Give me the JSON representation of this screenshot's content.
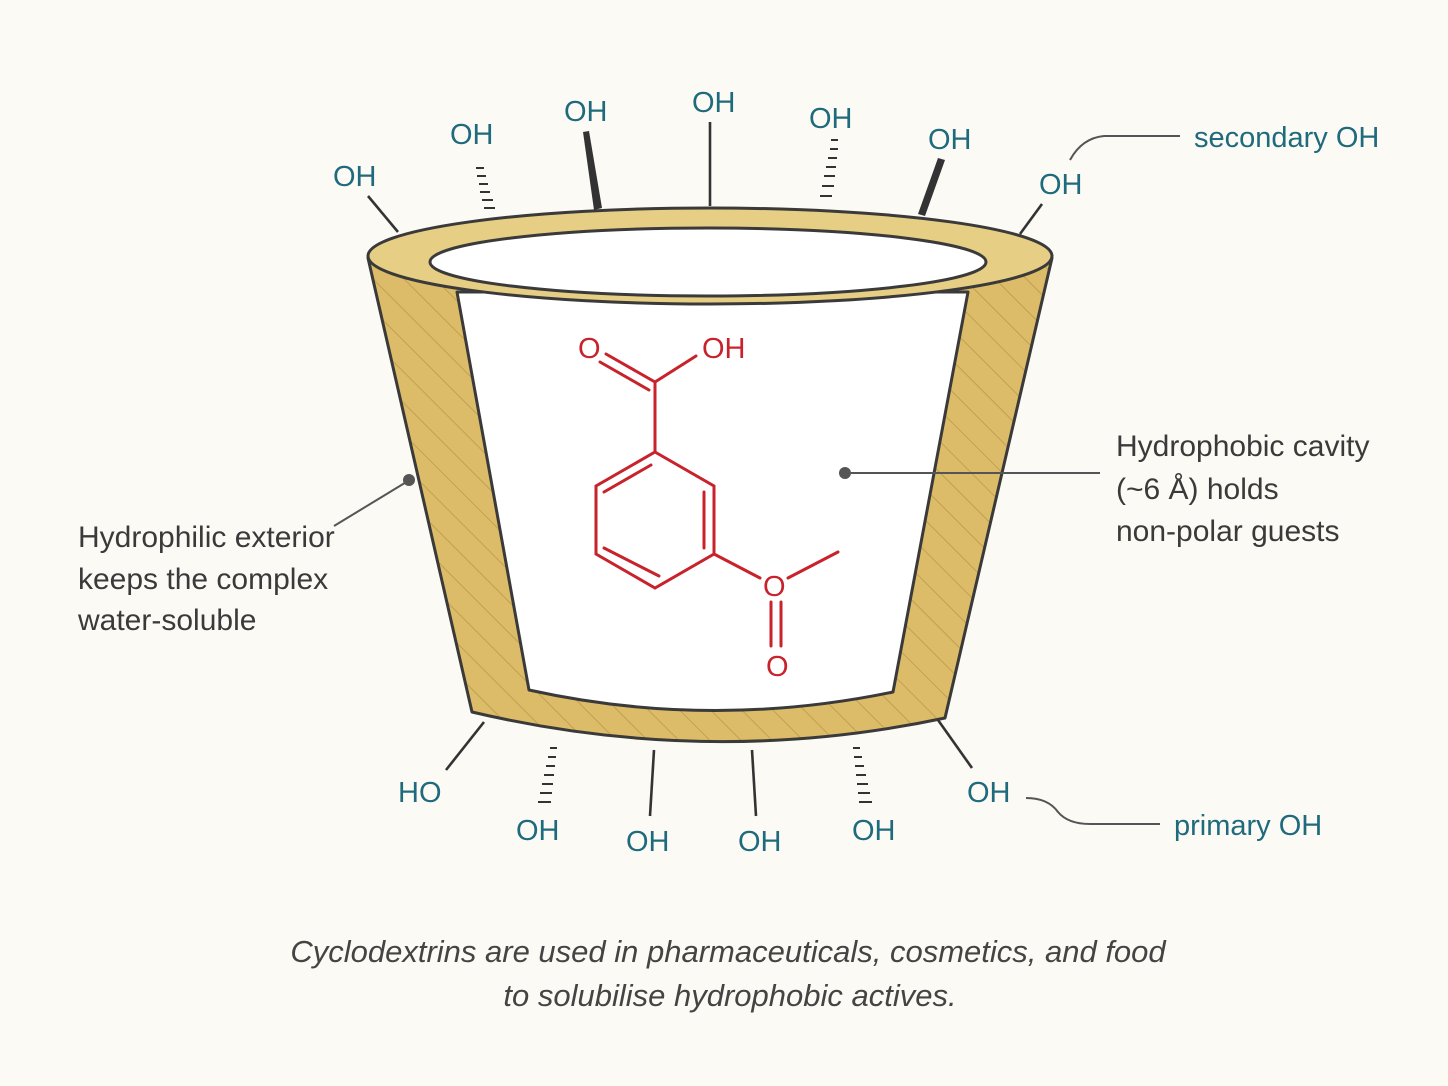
{
  "labels": {
    "secondary_callout": "secondary OH",
    "primary_callout": "primary OH",
    "hydroxyl": "OH",
    "hydroxyl_reversed": "HO",
    "exterior_note": [
      "Hydrophilic exterior",
      "keeps the complex",
      "water-soluble"
    ],
    "cavity_note": [
      "Hydrophobic cavity",
      "(~6 Å) holds",
      "non-polar guests"
    ]
  },
  "molecule": {
    "carbonyl_o": "O",
    "acid_oh": "OH",
    "ester_o": "O",
    "ester_carbonyl_o": "O"
  },
  "caption": [
    "Cyclodextrins are used in pharmaceuticals, cosmetics, and food",
    "to solubilise hydrophobic actives."
  ],
  "colors": {
    "ring_fill": "#dcbc68",
    "ring_rim": "#e6cf84",
    "outline": "#3a3a3a",
    "hydroxyl_text": "#1f6a7c",
    "molecule": "#c8222b",
    "background": "#fbfaf5"
  }
}
